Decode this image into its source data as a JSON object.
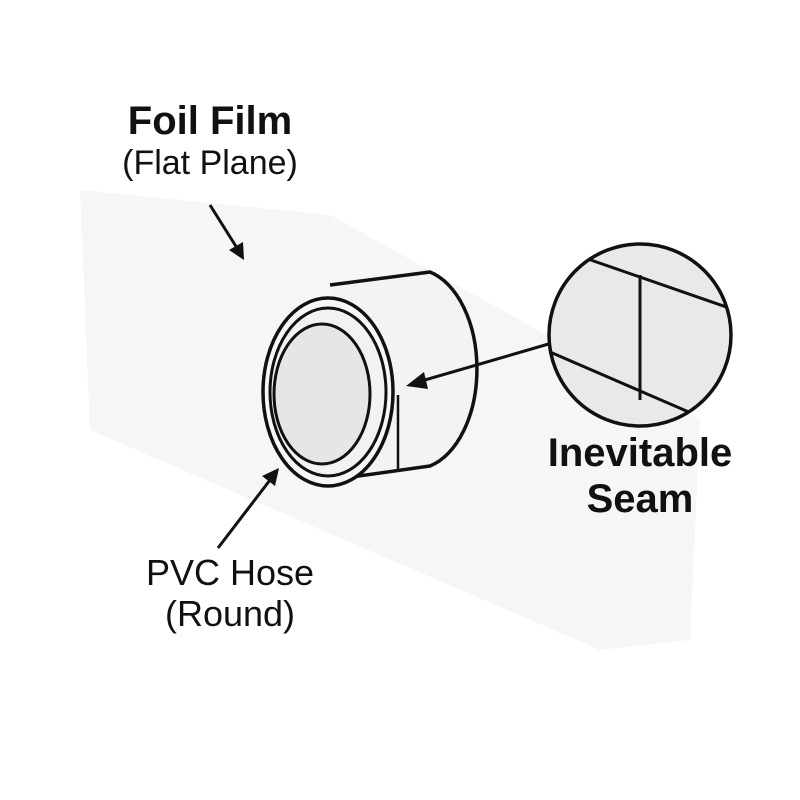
{
  "labels": {
    "foil_film": {
      "title": "Foil Film",
      "subtitle": "(Flat Plane)"
    },
    "seam": {
      "line1": "Inevitable",
      "line2": "Seam"
    },
    "pvc_hose": {
      "title": "PVC Hose",
      "subtitle": "(Round)"
    }
  },
  "colors": {
    "stroke": "#111111",
    "inner_fill": "#e6e6e6",
    "body_fill": "#f3f3f3",
    "magnifier_fill": "#e9e9e9",
    "foil_plane": "#f6f6f6"
  }
}
